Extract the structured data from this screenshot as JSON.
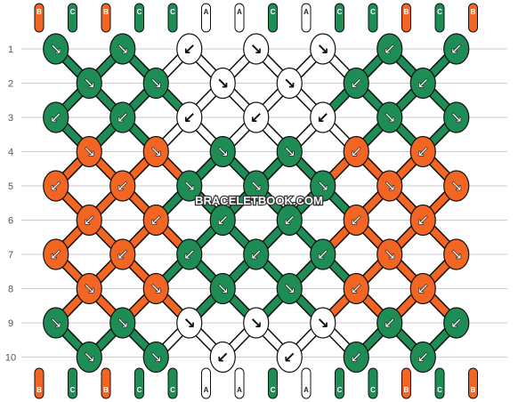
{
  "watermark": "BRACELETBOOK.COM",
  "row_labels": [
    "1",
    "2",
    "3",
    "4",
    "5",
    "6",
    "7",
    "8",
    "9",
    "10"
  ],
  "colors": {
    "B": "#f26522",
    "C": "#1e8c55",
    "A": "#ffffff",
    "outline": "#111111",
    "grid": "#cccccc"
  },
  "top_strands": [
    "B",
    "C",
    "B",
    "C",
    "C",
    "A",
    "A",
    "C",
    "A",
    "C",
    "C",
    "B",
    "C",
    "B"
  ],
  "bottom_strands": [
    "B",
    "C",
    "B",
    "C",
    "C",
    "A",
    "A",
    "C",
    "A",
    "C",
    "C",
    "B",
    "C",
    "B"
  ],
  "knot_rows": [
    {
      "colors": [
        "C",
        "C",
        "A",
        "A",
        "A",
        "C",
        "C"
      ],
      "arrows": [
        "↘",
        "↘",
        "↙",
        "↘",
        "↘",
        "↙",
        "↙"
      ]
    },
    {
      "colors": [
        "C",
        "C",
        "A",
        "A",
        "C",
        "C"
      ],
      "arrows": [
        "↘",
        "↘",
        "↘",
        "↘",
        "↙",
        "↙"
      ]
    },
    {
      "colors": [
        "C",
        "C",
        "A",
        "A",
        "A",
        "C",
        "C"
      ],
      "arrows": [
        "↙",
        "↙",
        "↙",
        "↙",
        "↙",
        "↘",
        "↘"
      ]
    },
    {
      "colors": [
        "B",
        "B",
        "C",
        "C",
        "B",
        "B"
      ],
      "arrows": [
        "↘",
        "↘",
        "↘",
        "↘",
        "↙",
        "↙"
      ]
    },
    {
      "colors": [
        "B",
        "B",
        "C",
        "C",
        "C",
        "B",
        "B"
      ],
      "arrows": [
        "↙",
        "↙",
        "↘",
        "↘",
        "↘",
        "↘",
        "↘"
      ]
    },
    {
      "colors": [
        "B",
        "B",
        "C",
        "C",
        "B",
        "B"
      ],
      "arrows": [
        "↙",
        "↙",
        "↙",
        "↙",
        "↙",
        "↙"
      ]
    },
    {
      "colors": [
        "B",
        "B",
        "C",
        "C",
        "C",
        "B",
        "B"
      ],
      "arrows": [
        "↙",
        "↙",
        "↙",
        "↙",
        "↙",
        "↘",
        "↘"
      ]
    },
    {
      "colors": [
        "B",
        "B",
        "C",
        "C",
        "B",
        "B"
      ],
      "arrows": [
        "↘",
        "↘",
        "↘",
        "↘",
        "↙",
        "↙"
      ]
    },
    {
      "colors": [
        "C",
        "C",
        "A",
        "A",
        "A",
        "C",
        "C"
      ],
      "arrows": [
        "↘",
        "↘",
        "↘",
        "↘",
        "↘",
        "↙",
        "↙"
      ]
    },
    {
      "colors": [
        "C",
        "C",
        "A",
        "A",
        "C",
        "C"
      ],
      "arrows": [
        "↘",
        "↘",
        "↙",
        "↙",
        "↙",
        "↙"
      ]
    }
  ]
}
